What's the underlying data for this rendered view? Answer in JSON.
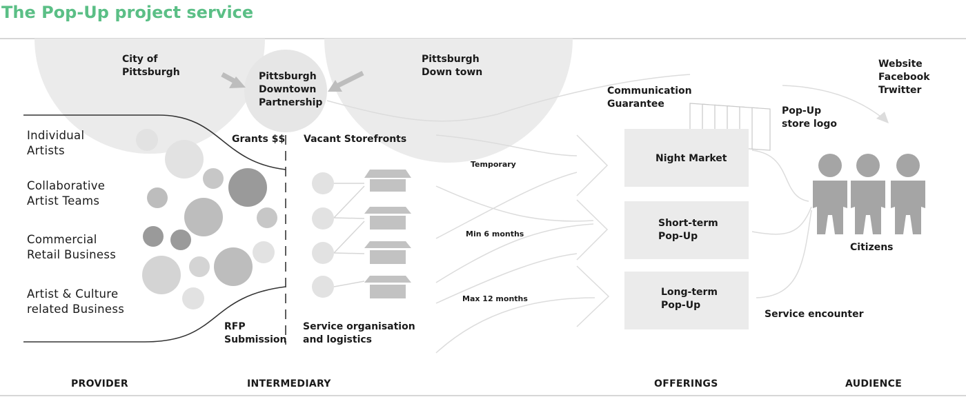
{
  "title": "The Pop-Up project service",
  "stakeholders": {
    "city": "City of\nPittsburgh",
    "downtown": "Pittsburgh\nDown town",
    "partnership": "Pittsburgh\nDowntown\nPartnership"
  },
  "providers": [
    "Individual\nArtists",
    "Collaborative\nArtist Teams",
    "Commercial\nRetail Business",
    "Artist & Culture\nrelated Business"
  ],
  "intermediary": {
    "grants": "Grants $$",
    "vacant": "Vacant Storefronts",
    "rfp": "RFP\nSubmission",
    "service_org": "Service organisation\nand logistics"
  },
  "durations": [
    "Temporary",
    "Min 6 months",
    "Max 12 months"
  ],
  "offerings": [
    "Night Market",
    "Short-term\nPop-Up",
    "Long-term\nPop-Up"
  ],
  "communication": {
    "guarantee": "Communication\nGuarantee",
    "logo": "Pop-Up\nstore logo",
    "channels": "Website\nFacebook\nTrwitter"
  },
  "audience": {
    "citizens": "Citizens",
    "encounter": "Service encounter"
  },
  "columns": [
    "PROVIDER",
    "INTERMEDIARY",
    "OFFERINGS",
    "AUDIENCE"
  ],
  "colors": {
    "title": "#5bbf86",
    "circle_bg": "#ebebeb",
    "dark": "#9a9a9a",
    "mid": "#bdbdbd",
    "light": "#dcdcdc",
    "box": "#ebebeb",
    "person": "#a5a5a5"
  }
}
